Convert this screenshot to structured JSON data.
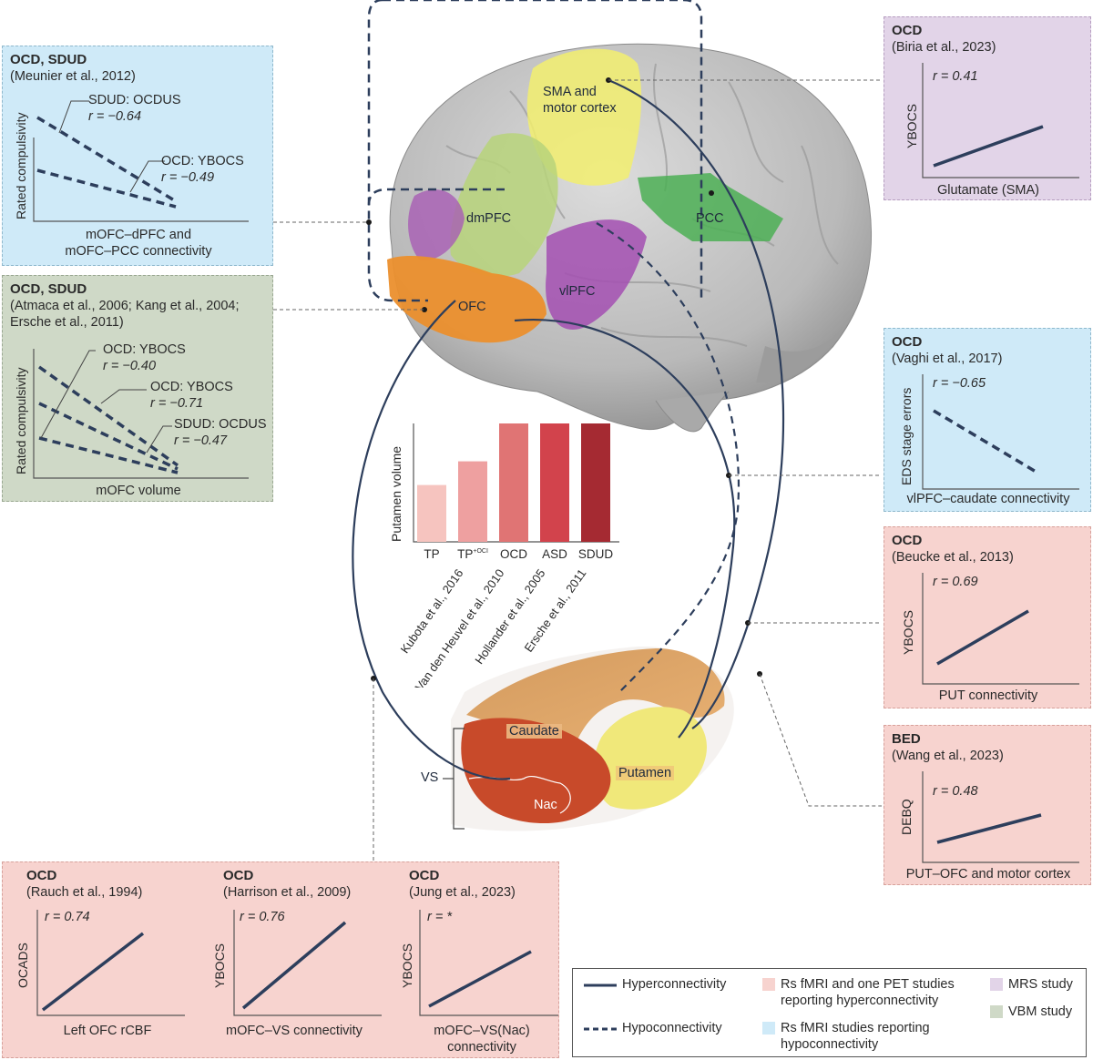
{
  "panels": {
    "meunier": {
      "title": "OCD, SDUD",
      "citation": "(Meunier et al., 2012)",
      "ylabel": "Rated compulsivity",
      "xlabel_line1": "mOFC–dPFC and",
      "xlabel_line2": "mOFC–PCC connectivity",
      "ann1_name": "SDUD: OCDUS",
      "ann1_r": "r = −0.64",
      "ann2_name": "OCD: YBOCS",
      "ann2_r": "r = −0.49"
    },
    "atmaca": {
      "title": "OCD, SDUD",
      "citation_line1": "(Atmaca et al., 2006; Kang et al., 2004;",
      "citation_line2": "Ersche et al., 2011)",
      "ylabel": "Rated compulsivity",
      "xlabel": "mOFC volume",
      "ann1_name": "OCD: YBOCS",
      "ann1_r": "r = −0.40",
      "ann2_name": "OCD: YBOCS",
      "ann2_r": "r = −0.71",
      "ann3_name": "SDUD: OCDUS",
      "ann3_r": "r = −0.47"
    },
    "biria": {
      "title": "OCD",
      "citation": "(Biria et al., 2023)",
      "r": "r = 0.41",
      "ylabel": "YBOCS",
      "xlabel": "Glutamate (SMA)"
    },
    "vaghi": {
      "title": "OCD",
      "citation": "(Vaghi et al., 2017)",
      "r": "r = −0.65",
      "ylabel": "EDS stage errors",
      "xlabel": "vlPFC–caudate connectivity"
    },
    "beucke": {
      "title": "OCD",
      "citation": "(Beucke et al., 2013)",
      "r": "r = 0.69",
      "ylabel": "YBOCS",
      "xlabel": "PUT connectivity"
    },
    "wang": {
      "title": "BED",
      "citation": "(Wang et al., 2023)",
      "r": "r = 0.48",
      "ylabel": "DEBQ",
      "xlabel": "PUT–OFC and motor cortex"
    },
    "rauch": {
      "title": "OCD",
      "citation": "(Rauch et al., 1994)",
      "r": "r = 0.74",
      "ylabel": "OCADS",
      "xlabel": "Left OFC rCBF"
    },
    "harrison": {
      "title": "OCD",
      "citation": "(Harrison et al., 2009)",
      "r": "r = 0.76",
      "ylabel": "YBOCS",
      "xlabel": "mOFC–VS connectivity"
    },
    "jung": {
      "title": "OCD",
      "citation": "(Jung et al., 2023)",
      "r": "r = *",
      "ylabel": "YBOCS",
      "xlabel_line1": "mOFC–VS(Nac)",
      "xlabel_line2": "connectivity"
    }
  },
  "brain_labels": {
    "sma_line1": "SMA and",
    "sma_line2": "motor cortex",
    "dmpfc": "dmPFC",
    "pcc": "PCC",
    "ofc": "OFC",
    "vlpfc": "vlPFC"
  },
  "striatum_labels": {
    "caudate": "Caudate",
    "putamen": "Putamen",
    "nac": "Nac",
    "vs": "VS"
  },
  "chart_data": {
    "type": "bar",
    "ylabel": "Putamen volume",
    "categories": [
      "TP",
      "TP+OCI",
      "OCD",
      "ASD",
      "SDUD"
    ],
    "category_display": [
      "TP",
      "TP",
      "OCD",
      "ASD",
      "SDUD"
    ],
    "category_superscript": [
      "",
      "+OCI",
      "",
      "",
      ""
    ],
    "values": [
      0.48,
      0.68,
      1.0,
      1.0,
      1.0
    ],
    "colors": [
      "#f6c4bf",
      "#eea0a0",
      "#e07474",
      "#d2434c",
      "#a52a32"
    ],
    "citations": [
      "Kubota et al., 2016",
      "Van den Heuvel et al., 2010",
      "Hollander et al., 2005",
      "Ersche et al., 2011"
    ]
  },
  "legend": {
    "hyper": "Hyperconnectivity",
    "hypo": "Hypoconnectivity",
    "pink_line1": "Rs fMRI and one PET studies",
    "pink_line2": "reporting hyperconnectivity",
    "blue_line1": "Rs fMRI studies reporting",
    "blue_line2": "hypoconnectivity",
    "mrs": "MRS study",
    "vbm": "VBM study",
    "colors": {
      "pink": "#f7d3cf",
      "blue": "#cfeaf8",
      "purple": "#e2d4e8",
      "green": "#cfd9c7",
      "line": "#2d3e5c"
    }
  }
}
